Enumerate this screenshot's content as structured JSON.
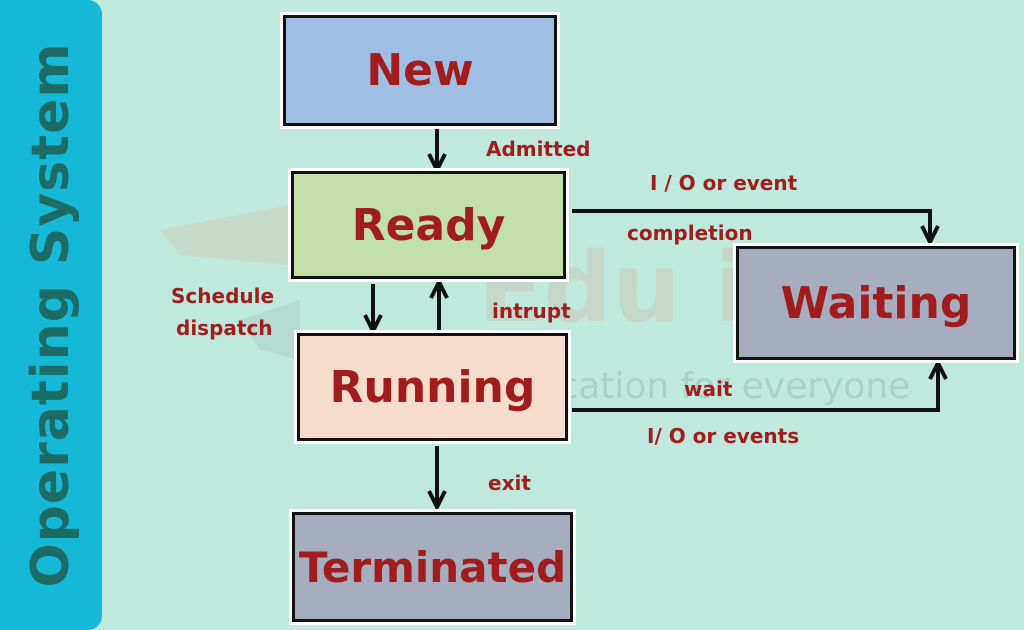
{
  "sidebar": {
    "title": "Operating System"
  },
  "watermark": {
    "logo": "Edu input",
    "tagline": "Education for everyone"
  },
  "states": {
    "new": "New",
    "ready": "Ready",
    "running": "Running",
    "terminated": "Terminated",
    "waiting": "Waiting"
  },
  "transitions": {
    "admitted": "Admitted",
    "schedule_line1": "Schedule",
    "schedule_line2": "dispatch",
    "interrupt": "intrupt",
    "io_event_top": "I / O or event",
    "completion": "completion",
    "wait": "wait",
    "io_events_bottom": "I/ O or events",
    "exit": "exit"
  },
  "colors": {
    "background": "#bfe9dc",
    "sidebar": "#16b8d8",
    "label_text": "#a11d1d",
    "new_box": "#9ebfe3",
    "ready_box": "#c3dfa8",
    "running_box": "#f7dccd",
    "terminal_box": "#a6adbe"
  }
}
